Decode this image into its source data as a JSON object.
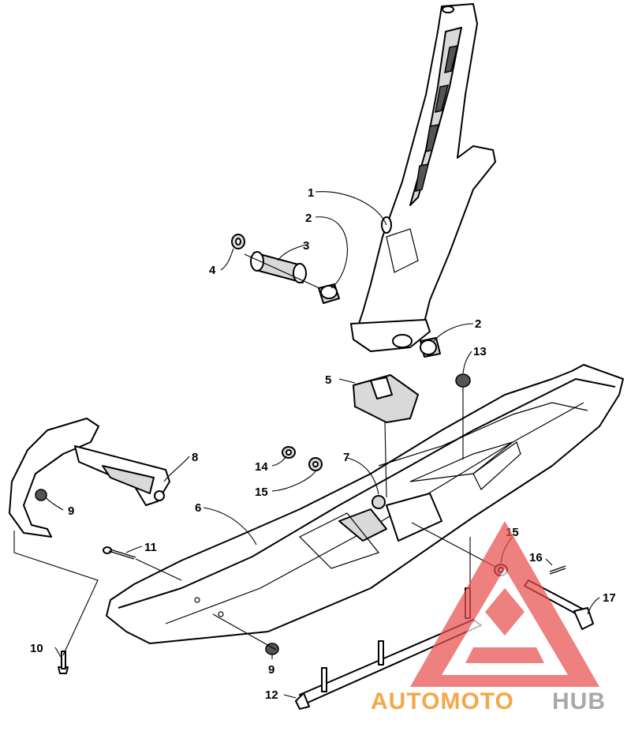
{
  "diagram": {
    "callouts": [
      "1",
      "2",
      "3",
      "4",
      "2",
      "13",
      "5",
      "8",
      "14",
      "7",
      "15",
      "6",
      "9",
      "11",
      "15",
      "16",
      "17",
      "10",
      "9",
      "12"
    ]
  },
  "watermark": {
    "text_left": "AUTOMOTO",
    "text_right": "HUB",
    "color_left": "#f39a2b",
    "color_right": "#9a9a9a",
    "logo_color": "#e85050"
  }
}
